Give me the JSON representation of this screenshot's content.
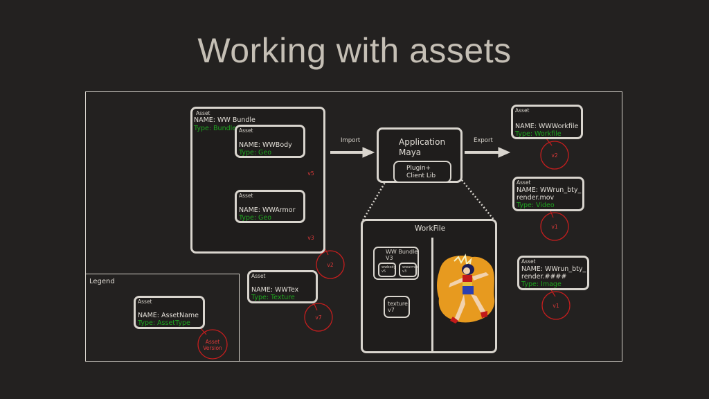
{
  "title": "Working with assets",
  "colors": {
    "background": "#232120",
    "box_border": "#d9d5ce",
    "type_green": "#1fa51f",
    "version_red": "#c41e1e"
  },
  "assets": {
    "ww_bundle": {
      "header": "Asset",
      "name": "NAME: WW Bundle",
      "type": "Type: Bundle",
      "version": "v2"
    },
    "ww_body": {
      "header": "Asset",
      "name": "NAME: WWBody",
      "type": "Type: Geo",
      "version": "v5"
    },
    "ww_armor": {
      "header": "Asset",
      "name": "NAME: WWArmor",
      "type": "Type: Geo",
      "version": "v3"
    },
    "ww_tex": {
      "header": "Asset",
      "name": "NAME: WWTex",
      "type": "Type: Texture",
      "version": "v7"
    },
    "ww_workfile": {
      "header": "Asset",
      "name": "NAME: WWWorkfile",
      "type": "Type: Workfile",
      "version": "v2"
    },
    "ww_mov": {
      "header": "Asset",
      "name_line1": "NAME: WWrun_bty_",
      "name_line2": "render.mov",
      "type": "Type: Video",
      "version": "v1"
    },
    "ww_image": {
      "header": "Asset",
      "name_line1": "NAME: WWrun_bty_",
      "name_line2": "render.####",
      "type": "Type: Image",
      "version": "v1"
    }
  },
  "application": {
    "line1": "Application",
    "line2": "Maya",
    "plugin_line1": "Plugin+",
    "plugin_line2": "Client Lib"
  },
  "arrows": {
    "import": "Import",
    "export": "Export"
  },
  "workfile": {
    "title": "WorkFile",
    "bundle_line1": "WW Bundle",
    "bundle_line2": "V3",
    "body_name": "wwbody",
    "body_version": "v5",
    "armor_name": "wwarmor",
    "armor_version": "v3",
    "texture_line1": "texture",
    "texture_line2": "v7"
  },
  "legend": {
    "title": "Legend",
    "header": "Asset",
    "name": "NAME: AssetName",
    "type": "Type: AssetType",
    "version_line1": "Asset",
    "version_line2": "Version"
  }
}
